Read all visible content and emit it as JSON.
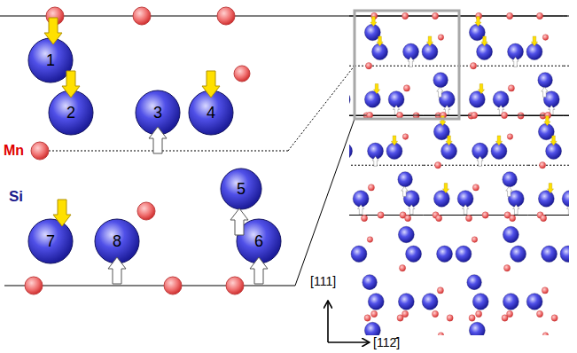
{
  "diagram": {
    "nodes": [
      {
        "text": [
          "1"
        ]
      },
      {
        "text": [
          "2"
        ]
      },
      {
        "text": [
          "3"
        ]
      },
      {
        "text": [
          "4"
        ]
      },
      {
        "text": [
          "5"
        ]
      },
      {
        "text": [
          "6"
        ]
      },
      {
        "text": [
          "7"
        ]
      },
      {
        "text": [
          "8"
        ]
      }
    ],
    "labels": [
      "Mn",
      "Si",
      "[111]",
      "[112̄]"
    ]
  }
}
